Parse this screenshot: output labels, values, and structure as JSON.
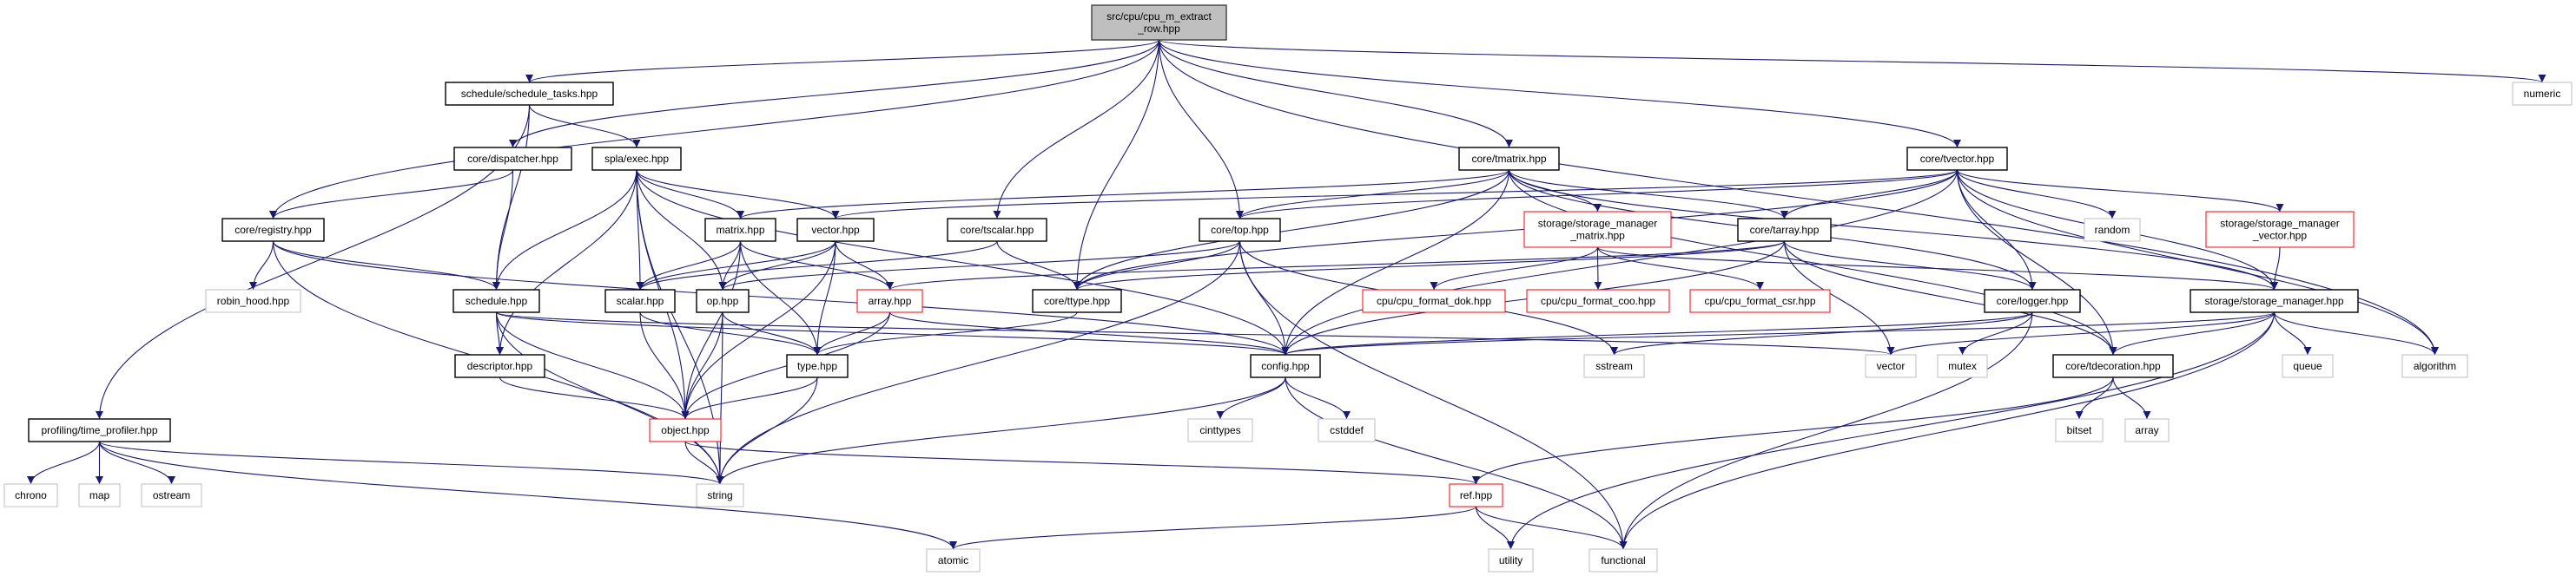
{
  "colors": {
    "edge": "#191970",
    "root_fill": "#bfbfbf",
    "root_border": "#404040",
    "normal_border": "#000000",
    "incomplete_border": "#ff0000",
    "external_border": "#bfbfbf"
  },
  "nodes": [
    {
      "id": "root",
      "label": [
        "src/cpu/cpu_m_extract",
        "_row.hpp"
      ],
      "kind": "root"
    },
    {
      "id": "st",
      "label": [
        "schedule/schedule_tasks.hpp"
      ],
      "kind": "normal"
    },
    {
      "id": "numeric",
      "label": [
        "numeric"
      ],
      "kind": "external"
    },
    {
      "id": "disp",
      "label": [
        "core/dispatcher.hpp"
      ],
      "kind": "normal"
    },
    {
      "id": "exec",
      "label": [
        "spla/exec.hpp"
      ],
      "kind": "normal"
    },
    {
      "id": "tmatrix",
      "label": [
        "core/tmatrix.hpp"
      ],
      "kind": "normal"
    },
    {
      "id": "tvector",
      "label": [
        "core/tvector.hpp"
      ],
      "kind": "normal"
    },
    {
      "id": "reg",
      "label": [
        "core/registry.hpp"
      ],
      "kind": "normal"
    },
    {
      "id": "matrix",
      "label": [
        "matrix.hpp"
      ],
      "kind": "normal"
    },
    {
      "id": "vectorh",
      "label": [
        "vector.hpp"
      ],
      "kind": "normal"
    },
    {
      "id": "tscalar",
      "label": [
        "core/tscalar.hpp"
      ],
      "kind": "normal"
    },
    {
      "id": "top",
      "label": [
        "core/top.hpp"
      ],
      "kind": "normal"
    },
    {
      "id": "smm",
      "label": [
        "storage/storage_manager",
        "_matrix.hpp"
      ],
      "kind": "incomplete"
    },
    {
      "id": "tarray",
      "label": [
        "core/tarray.hpp"
      ],
      "kind": "normal"
    },
    {
      "id": "random",
      "label": [
        "random"
      ],
      "kind": "external"
    },
    {
      "id": "smv",
      "label": [
        "storage/storage_manager",
        "_vector.hpp"
      ],
      "kind": "incomplete"
    },
    {
      "id": "robin",
      "label": [
        "robin_hood.hpp"
      ],
      "kind": "external"
    },
    {
      "id": "sched",
      "label": [
        "schedule.hpp"
      ],
      "kind": "normal"
    },
    {
      "id": "scalar",
      "label": [
        "scalar.hpp"
      ],
      "kind": "normal"
    },
    {
      "id": "op",
      "label": [
        "op.hpp"
      ],
      "kind": "normal"
    },
    {
      "id": "array",
      "label": [
        "array.hpp"
      ],
      "kind": "incomplete"
    },
    {
      "id": "ttype",
      "label": [
        "core/ttype.hpp"
      ],
      "kind": "normal"
    },
    {
      "id": "dok",
      "label": [
        "cpu/cpu_format_dok.hpp"
      ],
      "kind": "incomplete"
    },
    {
      "id": "coo",
      "label": [
        "cpu/cpu_format_coo.hpp"
      ],
      "kind": "incomplete"
    },
    {
      "id": "csr",
      "label": [
        "cpu/cpu_format_csr.hpp"
      ],
      "kind": "incomplete"
    },
    {
      "id": "logger",
      "label": [
        "core/logger.hpp"
      ],
      "kind": "normal"
    },
    {
      "id": "sm",
      "label": [
        "storage/storage_manager.hpp"
      ],
      "kind": "normal"
    },
    {
      "id": "desc",
      "label": [
        "descriptor.hpp"
      ],
      "kind": "normal"
    },
    {
      "id": "type",
      "label": [
        "type.hpp"
      ],
      "kind": "normal"
    },
    {
      "id": "config",
      "label": [
        "config.hpp"
      ],
      "kind": "normal"
    },
    {
      "id": "sstream",
      "label": [
        "sstream"
      ],
      "kind": "external"
    },
    {
      "id": "vector",
      "label": [
        "vector"
      ],
      "kind": "external"
    },
    {
      "id": "mutex",
      "label": [
        "mutex"
      ],
      "kind": "external"
    },
    {
      "id": "tdec",
      "label": [
        "core/tdecoration.hpp"
      ],
      "kind": "normal"
    },
    {
      "id": "queue",
      "label": [
        "queue"
      ],
      "kind": "external"
    },
    {
      "id": "algorithm",
      "label": [
        "algorithm"
      ],
      "kind": "external"
    },
    {
      "id": "tp",
      "label": [
        "profiling/time_profiler.hpp"
      ],
      "kind": "normal"
    },
    {
      "id": "object",
      "label": [
        "object.hpp"
      ],
      "kind": "incomplete"
    },
    {
      "id": "cinttypes",
      "label": [
        "cinttypes"
      ],
      "kind": "external"
    },
    {
      "id": "cstddef",
      "label": [
        "cstddef"
      ],
      "kind": "external"
    },
    {
      "id": "bitset",
      "label": [
        "bitset"
      ],
      "kind": "external"
    },
    {
      "id": "stdarray",
      "label": [
        "array"
      ],
      "kind": "external"
    },
    {
      "id": "chrono",
      "label": [
        "chrono"
      ],
      "kind": "external"
    },
    {
      "id": "map",
      "label": [
        "map"
      ],
      "kind": "external"
    },
    {
      "id": "ostream",
      "label": [
        "ostream"
      ],
      "kind": "external"
    },
    {
      "id": "string",
      "label": [
        "string"
      ],
      "kind": "external"
    },
    {
      "id": "ref",
      "label": [
        "ref.hpp"
      ],
      "kind": "incomplete"
    },
    {
      "id": "atomic",
      "label": [
        "atomic"
      ],
      "kind": "external"
    },
    {
      "id": "utility",
      "label": [
        "utility"
      ],
      "kind": "external"
    },
    {
      "id": "functional",
      "label": [
        "functional"
      ],
      "kind": "external"
    }
  ],
  "edges": [
    [
      "root",
      "st"
    ],
    [
      "root",
      "reg"
    ],
    [
      "root",
      "disp"
    ],
    [
      "root",
      "tscalar"
    ],
    [
      "root",
      "ttype"
    ],
    [
      "root",
      "top"
    ],
    [
      "root",
      "tmatrix"
    ],
    [
      "root",
      "tvector"
    ],
    [
      "root",
      "numeric"
    ],
    [
      "root",
      "algorithm"
    ],
    [
      "st",
      "tp"
    ],
    [
      "st",
      "sched"
    ],
    [
      "st",
      "exec"
    ],
    [
      "disp",
      "reg"
    ],
    [
      "disp",
      "sched"
    ],
    [
      "exec",
      "sched"
    ],
    [
      "exec",
      "scalar"
    ],
    [
      "exec",
      "op"
    ],
    [
      "exec",
      "matrix"
    ],
    [
      "exec",
      "vectorh"
    ],
    [
      "exec",
      "object"
    ],
    [
      "exec",
      "desc"
    ],
    [
      "exec",
      "string"
    ],
    [
      "exec",
      "config"
    ],
    [
      "reg",
      "robin"
    ],
    [
      "reg",
      "sched"
    ],
    [
      "reg",
      "string"
    ],
    [
      "reg",
      "config"
    ],
    [
      "sched",
      "desc"
    ],
    [
      "sched",
      "object"
    ],
    [
      "sched",
      "string"
    ],
    [
      "sched",
      "config"
    ],
    [
      "sched",
      "vector"
    ],
    [
      "matrix",
      "scalar"
    ],
    [
      "matrix",
      "op"
    ],
    [
      "matrix",
      "type"
    ],
    [
      "matrix",
      "array"
    ],
    [
      "matrix",
      "object"
    ],
    [
      "vectorh",
      "scalar"
    ],
    [
      "vectorh",
      "op"
    ],
    [
      "vectorh",
      "type"
    ],
    [
      "vectorh",
      "array"
    ],
    [
      "vectorh",
      "object"
    ],
    [
      "scalar",
      "object"
    ],
    [
      "scalar",
      "type"
    ],
    [
      "op",
      "type"
    ],
    [
      "op",
      "object"
    ],
    [
      "op",
      "string"
    ],
    [
      "array",
      "type"
    ],
    [
      "array",
      "object"
    ],
    [
      "array",
      "config"
    ],
    [
      "desc",
      "object"
    ],
    [
      "type",
      "object"
    ],
    [
      "type",
      "string"
    ],
    [
      "object",
      "string"
    ],
    [
      "object",
      "ref"
    ],
    [
      "tp",
      "chrono"
    ],
    [
      "tp",
      "map"
    ],
    [
      "tp",
      "ostream"
    ],
    [
      "tp",
      "string"
    ],
    [
      "tp",
      "atomic"
    ],
    [
      "tmatrix",
      "matrix"
    ],
    [
      "tmatrix",
      "ttype"
    ],
    [
      "tmatrix",
      "top"
    ],
    [
      "tmatrix",
      "smm"
    ],
    [
      "tmatrix",
      "tarray"
    ],
    [
      "tmatrix",
      "config"
    ],
    [
      "tmatrix",
      "logger"
    ],
    [
      "tmatrix",
      "tdec"
    ],
    [
      "tmatrix",
      "sm"
    ],
    [
      "tvector",
      "vectorh"
    ],
    [
      "tvector",
      "ttype"
    ],
    [
      "tvector",
      "top"
    ],
    [
      "tvector",
      "tarray"
    ],
    [
      "tvector",
      "logger"
    ],
    [
      "tvector",
      "random"
    ],
    [
      "tvector",
      "smv"
    ],
    [
      "tvector",
      "sm"
    ],
    [
      "tvector",
      "tdec"
    ],
    [
      "tvector",
      "algorithm"
    ],
    [
      "tvector",
      "config"
    ],
    [
      "tscalar",
      "scalar"
    ],
    [
      "tscalar",
      "ttype"
    ],
    [
      "top",
      "ttype"
    ],
    [
      "top",
      "op"
    ],
    [
      "top",
      "config"
    ],
    [
      "top",
      "string"
    ],
    [
      "top",
      "functional"
    ],
    [
      "top",
      "sstream"
    ],
    [
      "smm",
      "dok"
    ],
    [
      "smm",
      "coo"
    ],
    [
      "smm",
      "csr"
    ],
    [
      "smm",
      "sm"
    ],
    [
      "tarray",
      "array"
    ],
    [
      "tarray",
      "ttype"
    ],
    [
      "tarray",
      "logger"
    ],
    [
      "tarray",
      "vector"
    ],
    [
      "tarray",
      "config"
    ],
    [
      "tarray",
      "tdec"
    ],
    [
      "ttype",
      "type"
    ],
    [
      "config",
      "cinttypes"
    ],
    [
      "config",
      "cstddef"
    ],
    [
      "config",
      "functional"
    ],
    [
      "config",
      "string"
    ],
    [
      "logger",
      "mutex"
    ],
    [
      "logger",
      "config"
    ],
    [
      "logger",
      "sstream"
    ],
    [
      "logger",
      "functional"
    ],
    [
      "sm",
      "vector"
    ],
    [
      "sm",
      "tdec"
    ],
    [
      "sm",
      "queue"
    ],
    [
      "sm",
      "algorithm"
    ],
    [
      "sm",
      "config"
    ],
    [
      "sm",
      "utility"
    ],
    [
      "sm",
      "functional"
    ],
    [
      "smv",
      "sm"
    ],
    [
      "tdec",
      "bitset"
    ],
    [
      "tdec",
      "stdarray"
    ],
    [
      "tdec",
      "ref"
    ],
    [
      "ref",
      "atomic"
    ],
    [
      "ref",
      "utility"
    ],
    [
      "ref",
      "functional"
    ]
  ]
}
